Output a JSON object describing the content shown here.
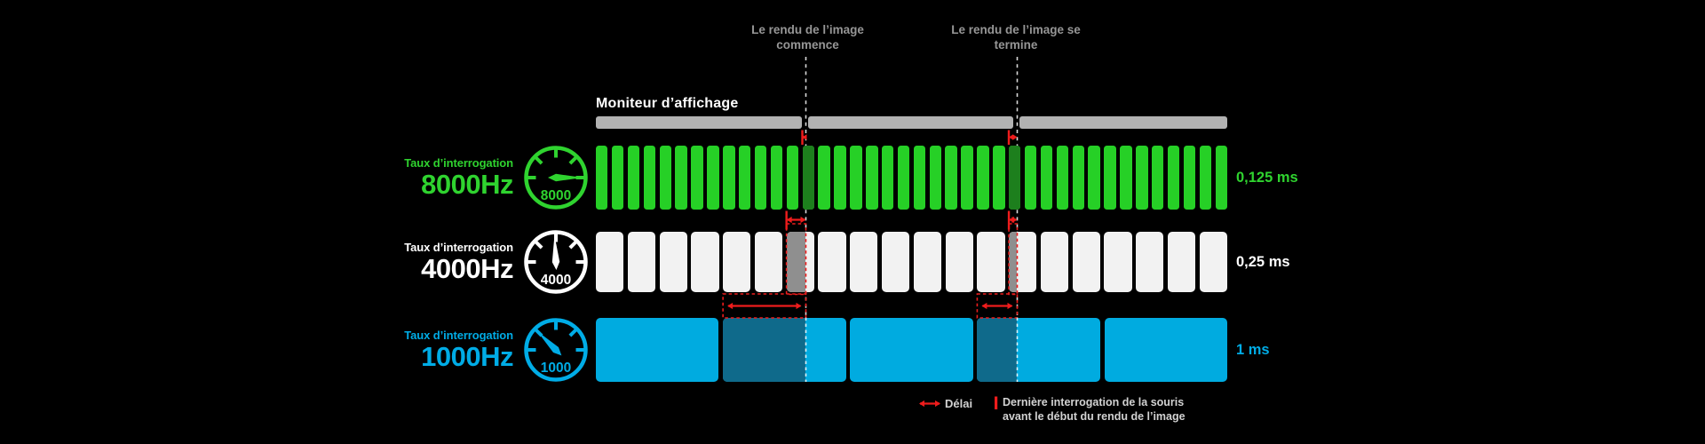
{
  "page": {
    "bg": "#000000"
  },
  "annotations": {
    "render_start": {
      "line1": "Le rendu de l’image",
      "line2": "commence"
    },
    "render_end": {
      "line1": "Le rendu de l’image se",
      "line2": "termine"
    }
  },
  "monitor": {
    "label": "Moniteur d’affichage",
    "color": "#b2b2b2"
  },
  "rows": [
    {
      "id": "8000hz",
      "label_small": "Taux d’interrogation",
      "label_big": "8000Hz",
      "gauge_value": "8000",
      "interval_label": "0,125 ms",
      "text_color": "#2fd32f",
      "bar_color": "#26d026",
      "overlay_color": "#1d7f1d",
      "overlay_mode": "full",
      "bar_count": 40,
      "needle_angle_deg": 0,
      "red_indicator": "arrow-above"
    },
    {
      "id": "4000hz",
      "label_small": "Taux d’interrogation",
      "label_big": "4000Hz",
      "gauge_value": "4000",
      "interval_label": "0,25 ms",
      "text_color": "#ffffff",
      "bar_color": "#f2f2f2",
      "overlay_color": "#8f8f8f",
      "overlay_mode": "partial",
      "bar_count": 20,
      "needle_angle_deg": 93,
      "red_indicator": "arrow-above-and-box"
    },
    {
      "id": "1000hz",
      "label_small": "Taux d’interrogation",
      "label_big": "1000Hz",
      "gauge_value": "1000",
      "interval_label": "1 ms",
      "text_color": "#00ace6",
      "bar_color": "#00abe0",
      "overlay_color": "#0f6a8b",
      "overlay_mode": "partial",
      "bar_count": 5,
      "needle_angle_deg": 135,
      "red_indicator": "box-above"
    }
  ],
  "legend": {
    "delay_label": "Délai",
    "last_poll_line1": "Dernière interrogation de la souris",
    "last_poll_line2": "avant le début du rendu de l’image"
  },
  "colors": {
    "red": "#ee1c1c",
    "dashed_line": "#d8d8d8",
    "annotation_text": "#969696",
    "legend_text": "#d2d2d2"
  }
}
